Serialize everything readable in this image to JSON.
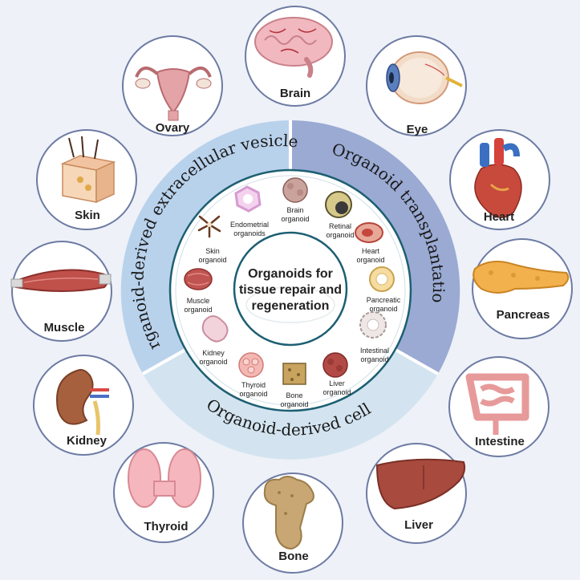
{
  "center": {
    "line1": "Organoids for",
    "line2": "tissue repair and",
    "line3": "regeneration"
  },
  "rings": {
    "evs": "Organoid-derived extracellular vesicles",
    "transplantation": "Organoid transplantation",
    "cells": "Organoid-derived cells"
  },
  "organs": [
    {
      "label": "Brain",
      "icon": "brain-icon"
    },
    {
      "label": "Eye",
      "icon": "eye-icon"
    },
    {
      "label": "Heart",
      "icon": "heart-icon"
    },
    {
      "label": "Pancreas",
      "icon": "pancreas-icon"
    },
    {
      "label": "Intestine",
      "icon": "intestine-icon"
    },
    {
      "label": "Liver",
      "icon": "liver-icon"
    },
    {
      "label": "Bone",
      "icon": "bone-icon"
    },
    {
      "label": "Thyroid",
      "icon": "thyroid-icon"
    },
    {
      "label": "Kidney",
      "icon": "kidney-icon"
    },
    {
      "label": "Muscle",
      "icon": "muscle-icon"
    },
    {
      "label": "Skin",
      "icon": "skin-icon"
    },
    {
      "label": "Ovary",
      "icon": "ovary-icon"
    }
  ],
  "organoids": [
    {
      "line1": "Brain",
      "line2": "organoid"
    },
    {
      "line1": "Retinal",
      "line2": "organoid"
    },
    {
      "line1": "Heart",
      "line2": "organoid"
    },
    {
      "line1": "Pancreatic",
      "line2": "organoid"
    },
    {
      "line1": "Intestinal",
      "line2": "organoid"
    },
    {
      "line1": "Liver",
      "line2": "organoid"
    },
    {
      "line1": "Bone",
      "line2": "organoid"
    },
    {
      "line1": "Thyroid",
      "line2": "organoid"
    },
    {
      "line1": "Kidney",
      "line2": "organoid"
    },
    {
      "line1": "Muscle",
      "line2": "organoid"
    },
    {
      "line1": "Skin",
      "line2": "organoid"
    },
    {
      "line1": "Endometrial",
      "line2": "organoids"
    }
  ],
  "colors": {
    "background": "#eef1f8",
    "evs_band": "#b9d2ec",
    "transplant_band": "#9aaad3",
    "cells_band": "#d3e4f0",
    "inner_ring_stroke": "#1d5f72",
    "circle_stroke": "#6d7ba3"
  }
}
